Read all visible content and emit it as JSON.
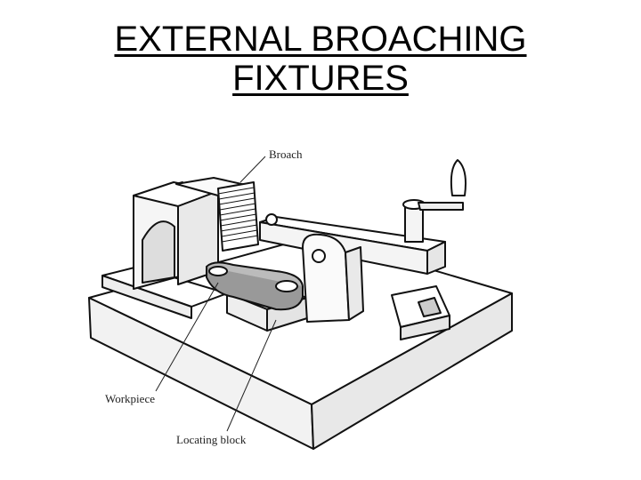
{
  "slide": {
    "title_line1": "EXTERNAL BROACHING",
    "title_line2": "FIXTURES"
  },
  "diagram": {
    "labels": {
      "broach": "Broach",
      "workpiece": "Workpiece",
      "locating_block": "Locating block"
    }
  }
}
